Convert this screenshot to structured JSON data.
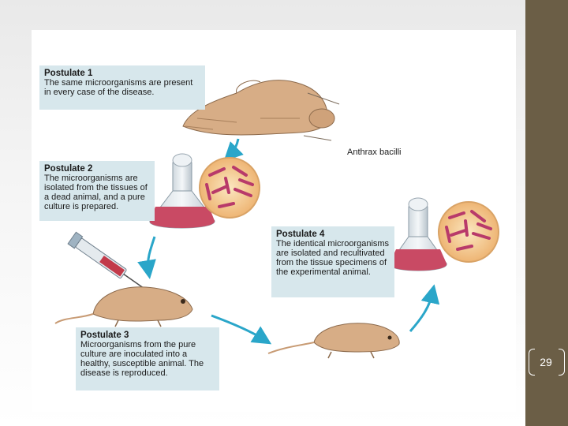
{
  "postulates": [
    {
      "title": "Postulate 1",
      "text": "The same microorganisms are present in every case of the disease."
    },
    {
      "title": "Postulate 2",
      "text": "The microorganisms are isolated from the tissues of a dead animal, and a pure culture is prepared."
    },
    {
      "title": "Postulate 3",
      "text": "Microorganisms from the pure culture are inoculated into a healthy, susceptible animal. The disease is reproduced."
    },
    {
      "title": "Postulate 4",
      "text": "The identical microorganisms are isolated and recultivated from the tissue specimens of the experimental animal."
    }
  ],
  "labels": {
    "anthrax": "Anthrax bacilli"
  },
  "slide": {
    "page_number": "29"
  },
  "colors": {
    "arrow": "#2aa6c9",
    "panel": "#d7e7ec",
    "sidebar": "#6b5e46",
    "animal": "#d7ad86",
    "culture": "#c94a64",
    "bacilli_bg": "#f6d9a0"
  }
}
